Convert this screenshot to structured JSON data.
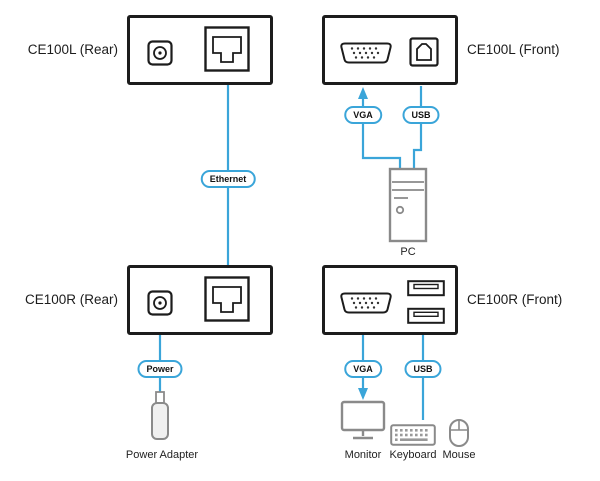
{
  "colors": {
    "line_blue": "#3aa5d9",
    "box_border": "#1c1c1c",
    "icon_gray": "#8a8a8a"
  },
  "devices": {
    "ce100l_rear": "CE100L (Rear)",
    "ce100l_front": "CE100L (Front)",
    "ce100r_rear": "CE100R (Rear)",
    "ce100r_front": "CE100R (Front)"
  },
  "cable_labels": {
    "ethernet": "Ethernet",
    "vga_top": "VGA",
    "usb_top": "USB",
    "power": "Power",
    "vga_bottom": "VGA",
    "usb_bottom": "USB"
  },
  "peripherals": {
    "pc": "PC",
    "power_adapter": "Power Adapter",
    "monitor": "Monitor",
    "keyboard": "Keyboard",
    "mouse": "Mouse"
  }
}
